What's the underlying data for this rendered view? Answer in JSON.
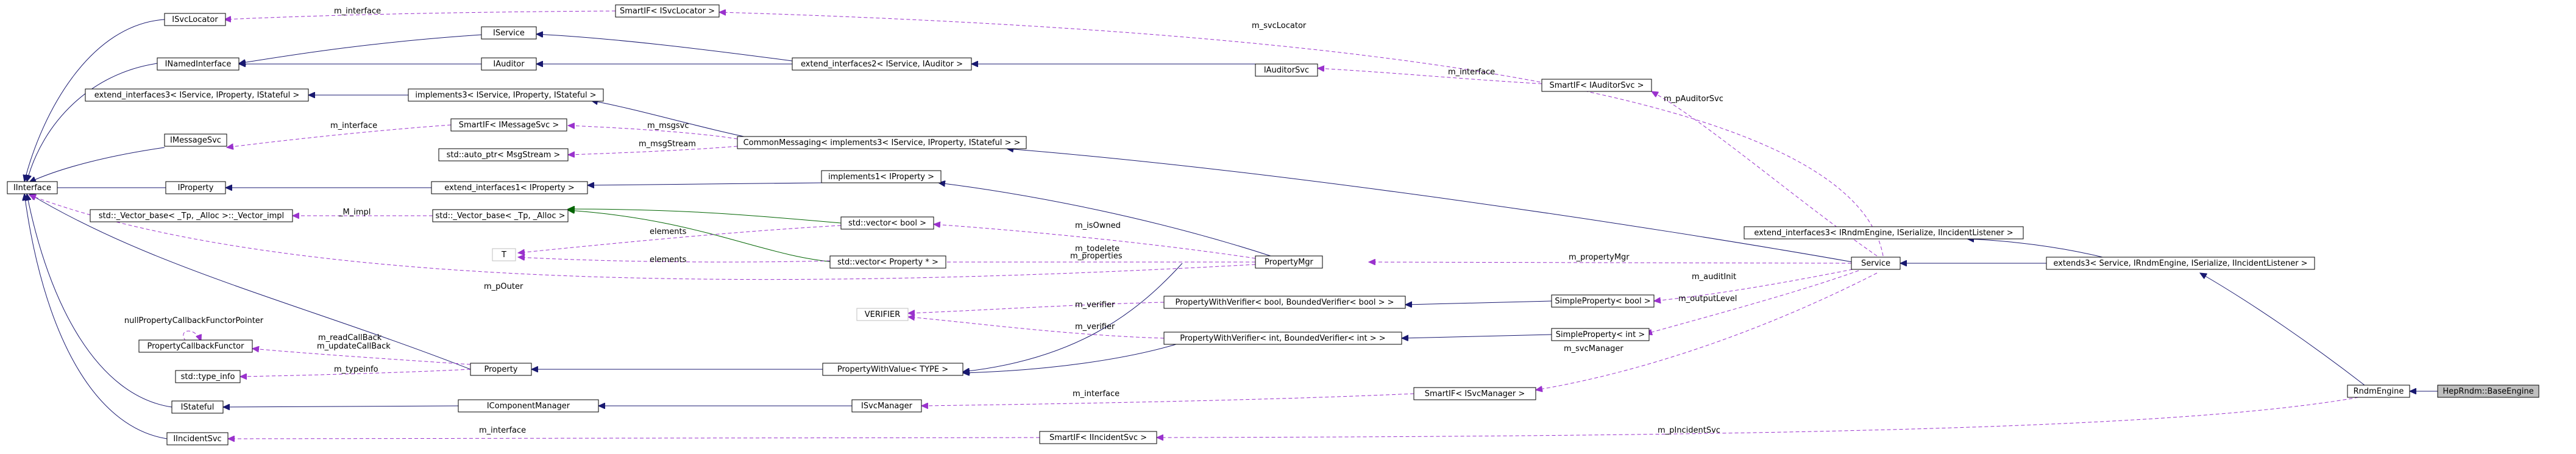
{
  "colors": {
    "inherit": "#191970",
    "member": "#9a32cd",
    "template": "#006400",
    "highlight": "#bfbfbf"
  },
  "nodes": {
    "isvclocator": "ISvcLocator",
    "smartif_isvclocator": "SmartIF< ISvcLocator >",
    "iservice": "IService",
    "inamedinterface": "INamedInterface",
    "iauditor": "IAuditor",
    "extend_interfaces2": "extend_interfaces2< IService, IAuditor >",
    "iauditorsvc": "IAuditorSvc",
    "smartif_iauditorsvc": "SmartIF< IAuditorSvc >",
    "extend_interfaces3_iservice": "extend_interfaces3< IService, IProperty, IStateful >",
    "implements3": "implements3< IService, IProperty, IStateful >",
    "imessagesvc": "IMessageSvc",
    "smartif_imessagesvc": "SmartIF< IMessageSvc >",
    "auto_ptr": "std::auto_ptr< MsgStream >",
    "commonmessaging": "CommonMessaging< implements3< IService, IProperty, IStateful > >",
    "iinterface": "IInterface",
    "iproperty": "IProperty",
    "extend_interfaces1": "extend_interfaces1< IProperty >",
    "implements1": "implements1< IProperty >",
    "vector_base_impl": "std::_Vector_base< _Tp, _Alloc >::_Vector_impl",
    "vector_base": "std::_Vector_base< _Tp, _Alloc >",
    "vector_bool": "std::vector< bool >",
    "t": "T",
    "vector_property": "std::vector< Property * >",
    "propertymgr": "PropertyMgr",
    "extend_interfaces3_irndm": "extend_interfaces3< IRndmEngine, ISerialize, IIncidentListener >",
    "service": "Service",
    "extends3": "extends3< Service, IRndmEngine, ISerialize, IIncidentListener >",
    "nullpropertycallback": "nullPropertyCallbackFunctorPointer",
    "propertycallbackfunctor": "PropertyCallbackFunctor",
    "verifier": "VERIFIER",
    "pwv_bool": "PropertyWithVerifier< bool, BoundedVerifier< bool > >",
    "simpleproperty_bool": "SimpleProperty< bool >",
    "pwv_int": "PropertyWithVerifier< int, BoundedVerifier< int > >",
    "simpleproperty_int": "SimpleProperty< int >",
    "type_info": "std::type_info",
    "property": "Property",
    "propertywithvalue": "PropertyWithValue< TYPE >",
    "istateful": "IStateful",
    "icomponentmanager": "IComponentManager",
    "isvcmanager": "ISvcManager",
    "smartif_isvcmanager": "SmartIF< ISvcManager >",
    "rndmengine": "RndmEngine",
    "baseengine": "HepRndm::BaseEngine",
    "iincidentsvc": "IIncidentSvc",
    "smartif_iincidentsvc": "SmartIF< IIncidentSvc >"
  },
  "edge_labels": {
    "m_interface_svclocator": "m_interface",
    "m_svclocator": "m_svcLocator",
    "m_interface_auditorsvc": "m_interface",
    "m_pauditorsvc": "m_pAuditorSvc",
    "m_interface_messagesvc": "m_interface",
    "m_msgsvc": "m_msgsvc",
    "m_msgstream": "m_msgStream",
    "m_impl": "_M_impl",
    "elements_bool": "elements",
    "elements_property": "elements",
    "m_isowned": "m_isOwned",
    "m_todelete": "m_todelete",
    "m_properties": "m_properties",
    "m_pouter": "m_pOuter",
    "m_propertymgr": "m_propertyMgr",
    "m_verifier_bool": "m_verifier",
    "m_verifier_int": "m_verifier",
    "m_auditinit": "m_auditInit",
    "m_outputlevel": "m_outputLevel",
    "m_readcallback": "m_readCallBack",
    "m_updatecallback": "m_updateCallBack",
    "m_typeinfo": "m_typeinfo",
    "m_svcmanager": "m_svcManager",
    "m_interface_svcmanager": "m_interface",
    "m_interface_incidentsvc": "m_interface",
    "m_pincidentsvc": "m_pIncidentSvc"
  }
}
